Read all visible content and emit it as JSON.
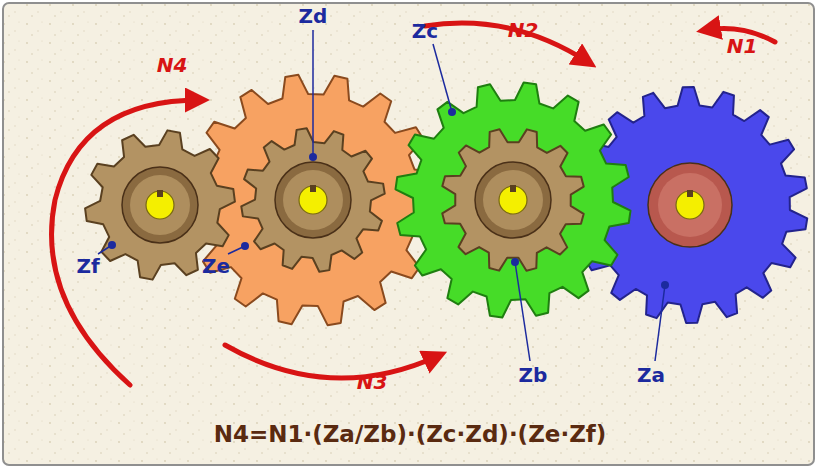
{
  "diagram": {
    "caption": "N4=N1·(Za/Zb)·(Zc·Zd)·(Ze·Zf)",
    "labels": [
      "N4",
      "Zd",
      "Zc",
      "N2",
      "N1",
      "Zf",
      "Ze",
      "N3",
      "Zb",
      "Za"
    ]
  }
}
